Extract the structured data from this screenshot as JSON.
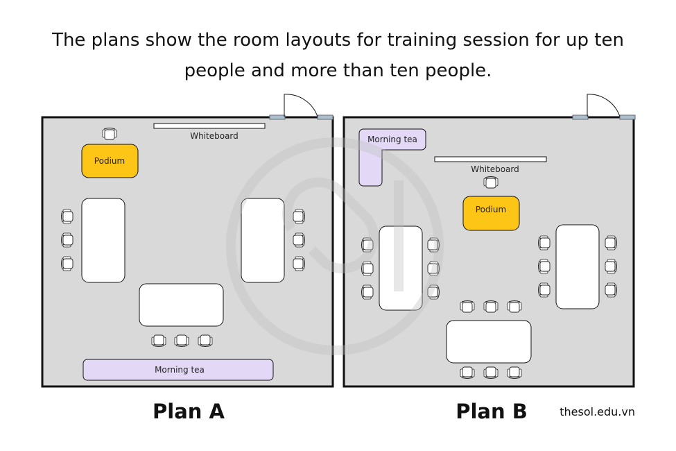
{
  "title": "The plans show the room layouts for training session for up ten people and more than ten people.",
  "title_line1": "The plans show the room layouts for training session for up ten",
  "title_line2": "people and more than ten people.",
  "plan_a": {
    "label": "Plan A",
    "whiteboard": "Whiteboard",
    "podium": "Podium",
    "morning_tea": "Morning tea"
  },
  "plan_b": {
    "label": "Plan B",
    "whiteboard": "Whiteboard",
    "podium": "Podium",
    "morning_tea": "Morning tea"
  },
  "credit": "thesol.edu.vn",
  "colors": {
    "floor": "#d9d9d9",
    "podium": "#fdc516",
    "morning_tea": "#e3d9f7",
    "door": "#a9bfcc"
  }
}
